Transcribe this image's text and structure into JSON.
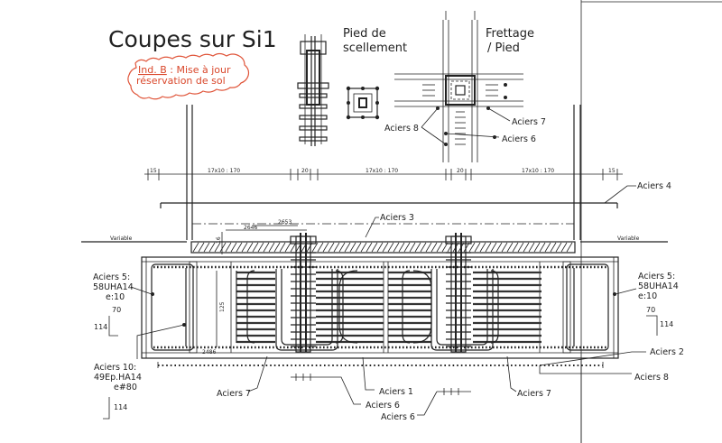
{
  "title": "Coupes sur Si1",
  "revision": {
    "line1_prefix": "Ind. B",
    "line1_rest": " : Mise à jour",
    "line2": "réservation de sol",
    "color": "#e0553a"
  },
  "details": {
    "pied_line1": "Pied de",
    "pied_line2": "scellement",
    "frettage_line1": "Frettage",
    "frettage_line2": "/ Pied"
  },
  "labels": {
    "aciers8_top": "Aciers 8",
    "aciers7_top": "Aciers 7",
    "aciers6_top": "Aciers 6",
    "aciers4": "Aciers 4",
    "aciers3": "Aciers 3",
    "aciers5_left_1": "Aciers 5:",
    "aciers5_left_2": "58UHA14",
    "aciers5_left_3": "e:10",
    "aciers5_right_1": "Aciers 5:",
    "aciers5_right_2": "58UHA14",
    "aciers5_right_3": "e:10",
    "aciers2": "Aciers 2",
    "aciers8_bottom": "Aciers 8",
    "aciers10_1": "Aciers 10:",
    "aciers10_2": "49Ep.HA14",
    "aciers10_3": "e#80",
    "aciers7_bl": "Aciers 7",
    "aciers1": "Aciers 1",
    "aciers6_b1": "Aciers 6",
    "aciers6_b2": "Aciers 6",
    "aciers7_br": "Aciers 7"
  },
  "dims": {
    "d15_left": "15",
    "span_1": "17x10 : 170",
    "d20_1": "20",
    "span_2": "17x10 : 170",
    "d20_2": "20",
    "span_3": "17x10 : 170",
    "d15_right": "15",
    "d2646": "2646",
    "d2653": "2653",
    "d16": "16",
    "d125": "125",
    "d2486": "2486",
    "hook_70_left": "70",
    "hook_114_left": "114",
    "hook_70_right": "70",
    "hook_114_right": "114",
    "hook_114_bottom": "114"
  },
  "ground": {
    "left": "Variable",
    "right": "Variable"
  }
}
